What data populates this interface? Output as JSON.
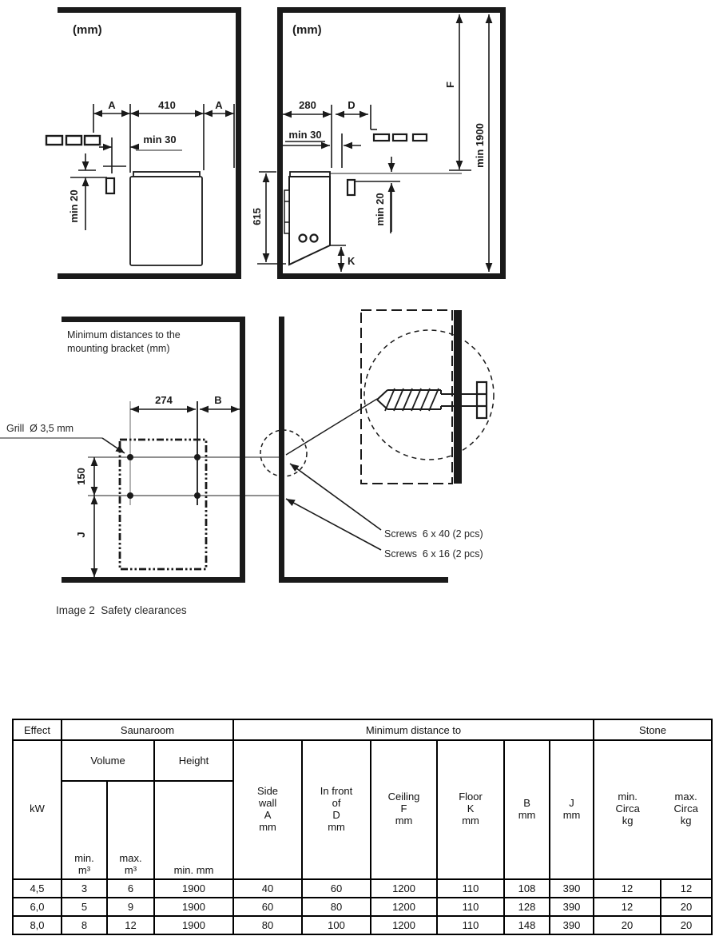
{
  "caption": "Image 2  Safety clearances",
  "top_left": {
    "units": "(mm)",
    "dim_a_left": "A",
    "dim_410": "410",
    "dim_a_right": "A",
    "dim_min30": "min 30",
    "dim_min20": "min 20"
  },
  "top_right": {
    "units": "(mm)",
    "dim_280": "280",
    "dim_d": "D",
    "dim_min30": "min 30",
    "dim_min20": "min 20",
    "dim_f": "F",
    "dim_min1900": "min 1900",
    "dim_615": "615",
    "dim_k": "K"
  },
  "bracket": {
    "title1": "Minimum distances to the",
    "title2": "mounting bracket (mm)",
    "grill": "Grill  Ø 3,5 mm",
    "dim_274": "274",
    "dim_b": "B",
    "dim_150": "150",
    "dim_j": "J"
  },
  "screws": {
    "line1": "Screws  6 x 40 (2 pcs)",
    "line2": "Screws  6 x 16 (2 pcs)"
  },
  "table": {
    "band_effect": "Effect",
    "band_saunaroom": "Saunaroom",
    "band_min_distance": "Minimum distance to",
    "band_stone": "Stone",
    "sub_volume": "Volume",
    "sub_height": "Height",
    "h_kw": "kW",
    "h_vol_min": "min.",
    "h_vol_min_u": "m³",
    "h_vol_max": "max.",
    "h_vol_max_u": "m³",
    "h_height_u": "min. mm",
    "h_side_wall": "Side\nwall",
    "h_side_wall_sym": "A",
    "h_side_wall_u": "mm",
    "h_front": "In front\nof",
    "h_front_sym": "D",
    "h_front_u": "mm",
    "h_ceiling": "Ceiling",
    "h_ceiling_sym": "F",
    "h_ceiling_u": "mm",
    "h_floor": "Floor",
    "h_floor_sym": "K",
    "h_floor_u": "mm",
    "h_b_sym": "B",
    "h_b_u": "mm",
    "h_j_sym": "J",
    "h_j_u": "mm",
    "h_stone_min1": "min.",
    "h_stone_min2": "Circa",
    "h_stone_min3": "kg",
    "h_stone_max1": "max.",
    "h_stone_max2": "Circa",
    "h_stone_max3": "kg",
    "rows": [
      [
        "4,5",
        "3",
        "6",
        "1900",
        "40",
        "60",
        "1200",
        "110",
        "108",
        "390",
        "12",
        "12"
      ],
      [
        "6,0",
        "5",
        "9",
        "1900",
        "60",
        "80",
        "1200",
        "110",
        "128",
        "390",
        "12",
        "20"
      ],
      [
        "8,0",
        "8",
        "12",
        "1900",
        "80",
        "100",
        "1200",
        "110",
        "148",
        "390",
        "20",
        "20"
      ]
    ]
  }
}
